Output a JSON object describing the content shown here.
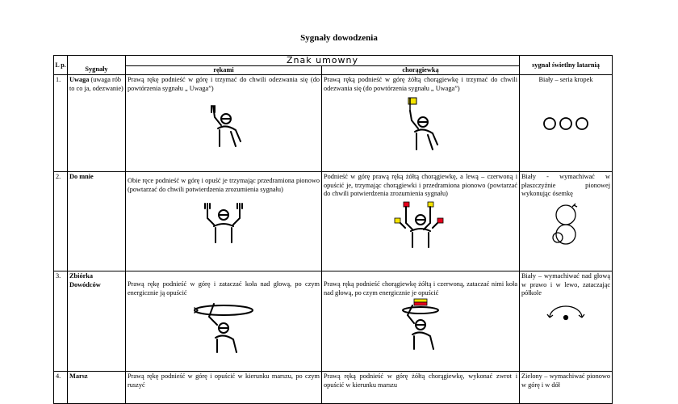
{
  "title": "Sygnały dowodzenia",
  "header": {
    "lp": "L p.",
    "sygnaly": "Sygnały",
    "znak": "Znak umowny",
    "rekami": "rękami",
    "choragiewka": "chorągiewką",
    "swietlny": "sygnał świetlny latarnią"
  },
  "rows": [
    {
      "nr": "1.",
      "name": "Uwaga",
      "name_extra": " (uwaga rób to co ja, odezwanie)",
      "hands": "Prawą rękę podnieść w górę i trzymać do chwili odezwania się (do powtórzenia sygnału „ Uwaga”)",
      "flag": "Prawą ręką podnieść w górę żółtą chorągiewkę i trzymać do chwili odezwania się (do powtórzenia sygnału „ Uwaga”)",
      "light": "Biały – seria kropek"
    },
    {
      "nr": "2.",
      "name": "Do mnie",
      "name_extra": "",
      "hands": "Obie ręce podnieść w górę i opuść je trzymając przedramiona pionowo (powtarzać do chwili potwierdzenia zrozumienia sygnału)",
      "flag": "Podnieść w górę prawą ręką żółtą chorągiewkę, a lewą – czerwoną i opuścić je, trzymając chorągiewki i przedramiona pionowo (powtarzać do chwili potwierdzenia zrozumienia sygnału)",
      "light": "Biały - wymachiwać w płaszczyźnie pionowej wykonując ósemkę"
    },
    {
      "nr": "3.",
      "name": "Zbiórka Dowódców",
      "name_extra": "",
      "hands": "Prawą rękę podnieść w górę i zataczać koła nad głową, po czym energicznie ją opuścić",
      "flag": "Prawą ręką podnieść chorągiewkę żółtą i czerwoną, zataczać nimi koła nad głową, po czym energicznie je opuścić",
      "light": "Biały – wymachiwać nad głową w prawo i w lewo, zataczając półkole"
    },
    {
      "nr": "4.",
      "name": "Marsz",
      "name_extra": "",
      "hands": "Prawą rękę podnieść w górę i opuścić w kierunku marszu, po czym ruszyć",
      "flag": "Prawą ręką podnieść w górę żółtą chorągiewkę, wykonać zwrot i opuścić w kierunku marszu",
      "light": "Zielony – wymachiwać pionowo w górę i w dół"
    }
  ],
  "colors": {
    "yellow": "#f5e400",
    "red": "#e8001c",
    "black": "#000000"
  }
}
